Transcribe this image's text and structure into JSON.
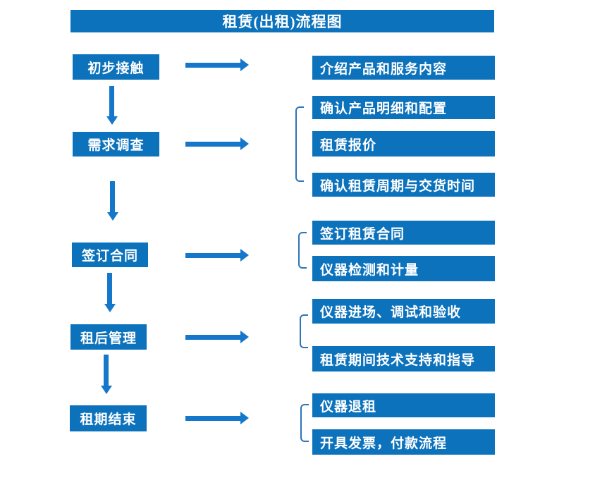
{
  "title": "租赁(出租)流程图",
  "colors": {
    "box_blue": "#0d72bc",
    "arrow_blue": "#1477ca",
    "bracket_blue": "#2e75b6",
    "text_white": "#ffffff"
  },
  "steps": [
    {
      "label": "初步接触",
      "details": [
        "介绍产品和服务内容"
      ]
    },
    {
      "label": "需求调查",
      "details": [
        "确认产品明细和配置",
        "租赁报价",
        "确认租赁周期与交货时间"
      ]
    },
    {
      "label": "签订合同",
      "details": [
        "签订租赁合同",
        "仪器检测和计量"
      ]
    },
    {
      "label": "租后管理",
      "details": [
        "仪器进场、调试和验收",
        "租赁期间技术支持和指导"
      ]
    },
    {
      "label": "租期结束",
      "details": [
        "仪器退租",
        "开具发票，付款流程"
      ]
    }
  ]
}
